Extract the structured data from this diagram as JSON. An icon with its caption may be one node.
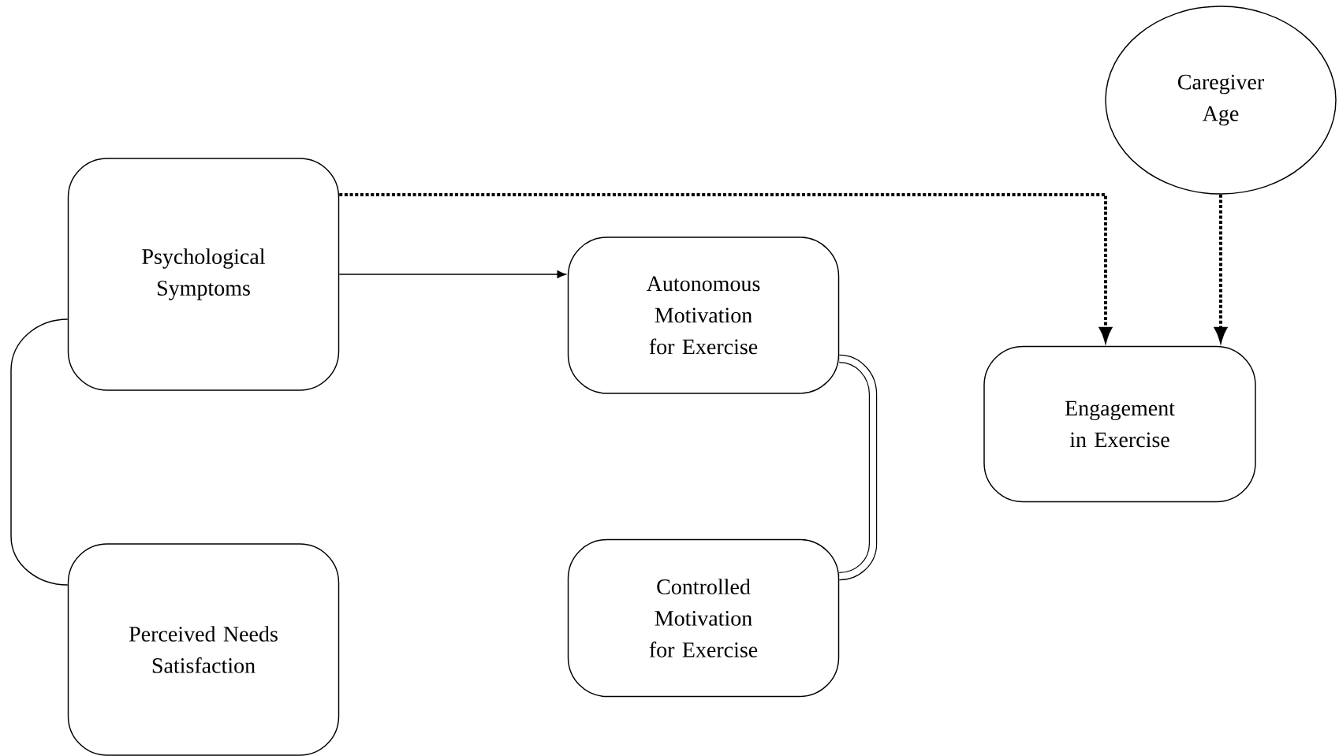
{
  "diagram": {
    "nodes": [
      {
        "text": [
          "Caregiver Age"
        ]
      },
      {
        "text": [
          "Psychological Symptoms"
        ]
      },
      {
        "text": [
          "Autonomous Motivation for Exercise"
        ]
      },
      {
        "text": [
          "Engagement in Exercise"
        ]
      },
      {
        "text": [
          "Controlled Motivation for Exercise"
        ]
      },
      {
        "text": [
          "Perceived Needs Satisfaction"
        ]
      }
    ],
    "edges": [
      {
        "from": 1,
        "to": 2,
        "arrow": "to"
      },
      {
        "from": 1,
        "to": 3,
        "arrow": "to",
        "style": "dashed"
      },
      {
        "from": 0,
        "to": 3,
        "arrow": "to",
        "style": "dashed"
      },
      {
        "from": 1,
        "to": 5,
        "arrow": "none"
      },
      {
        "from": 2,
        "to": 4,
        "arrow": "none",
        "style": "thick"
      }
    ]
  }
}
